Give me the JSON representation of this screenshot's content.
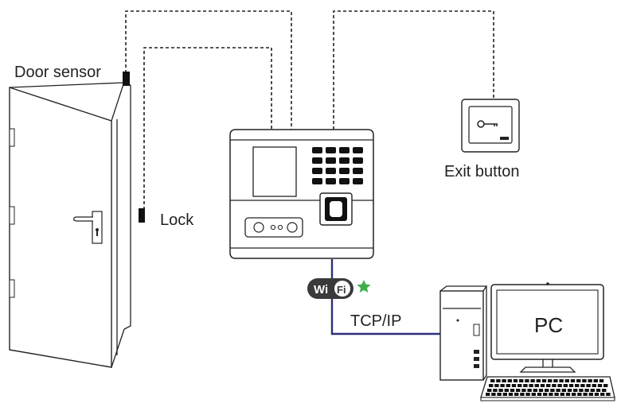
{
  "labels": {
    "door_sensor": "Door sensor",
    "lock": "Lock",
    "exit_button": "Exit button",
    "tcp_ip": "TCP/IP",
    "pc": "PC",
    "wifi_wi": "Wi",
    "wifi_fi": "Fi"
  },
  "colors": {
    "line": "#222222",
    "network_line": "#2b2f7c",
    "wifi_badge": "#3a3a3a",
    "wifi_star": "#3fae49"
  },
  "icons": [
    "wifi-badge-icon",
    "star-icon",
    "key-icon"
  ]
}
